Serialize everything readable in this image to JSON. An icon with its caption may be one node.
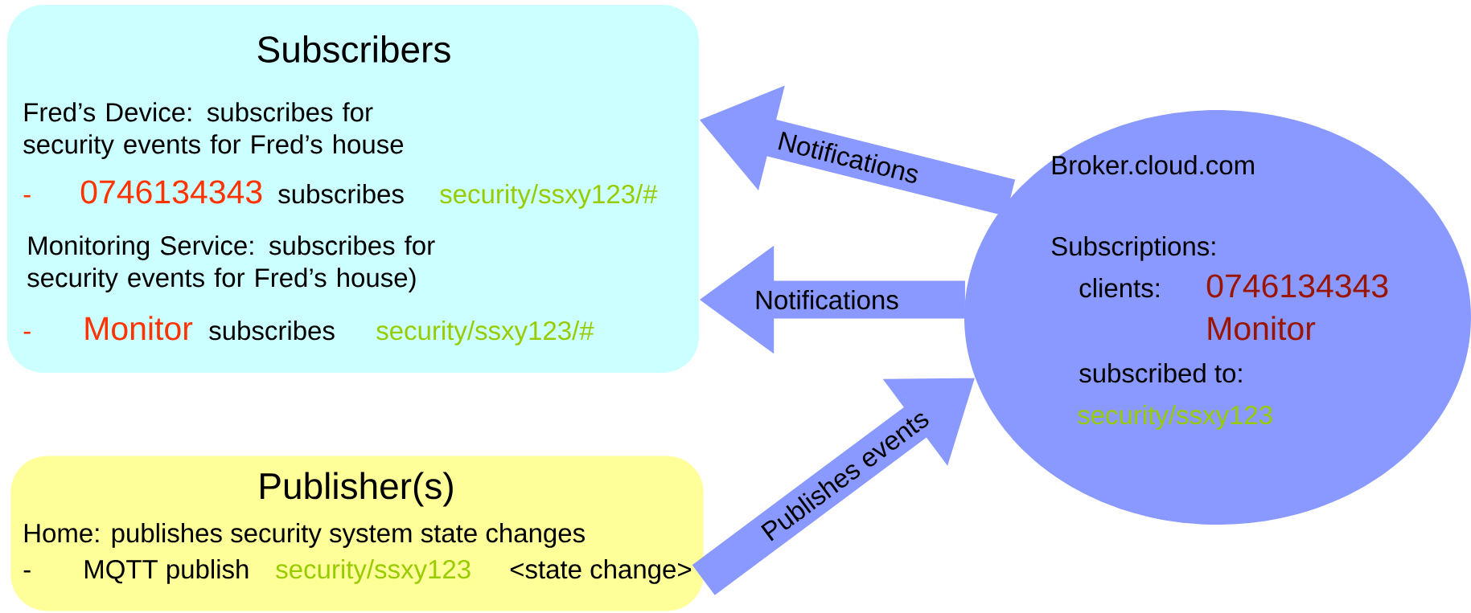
{
  "diagram": {
    "nodes": [
      {
        "text": [
          "Subscribers",
          "Fred’s Device: subscribes for security events for Fred’s house",
          "-",
          "0746134343",
          "subscribes",
          "security/ssxy123/#",
          "Monitoring Service: subscribes for security events for Fred’s house)",
          "-",
          "Monitor",
          "subscribes",
          "security/ssxy123/#"
        ]
      },
      {
        "text": [
          "Publisher(s)",
          "Home: publishes security system state changes",
          "-",
          "MQTT publish",
          "security/ssxy123",
          "<state change>"
        ]
      },
      {
        "text": [
          "Broker.cloud.com",
          "Subscriptions:",
          "clients:",
          "0746134343",
          "Monitor",
          "subscribed to:",
          "security/ssxy123"
        ]
      }
    ],
    "edges": [
      {
        "from": 2,
        "to": 0,
        "arrow": "to",
        "label": "Notifications"
      },
      {
        "from": 2,
        "to": 0,
        "arrow": "to",
        "label": "Notifications"
      },
      {
        "from": 1,
        "to": 2,
        "arrow": "to",
        "label": "Publishes events"
      }
    ]
  }
}
